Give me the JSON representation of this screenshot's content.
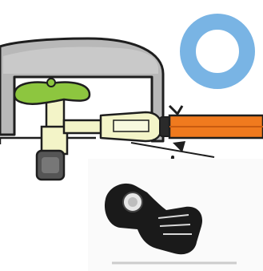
{
  "figure": {
    "type": "illustration",
    "correct_mark": "○",
    "components": [
      "gas-cylinder-body",
      "valve-handle",
      "valve-stem",
      "regulator-coupling",
      "hose",
      "hose-clamp",
      "pointer-arrow",
      "clamp-photo-inset"
    ],
    "colors": {
      "correct_mark": "#79b4e4",
      "valve_handle": "#8dc63f",
      "coupling": "#f3f4c8",
      "hose": "#f07a1e",
      "cylinder": "#b8b8b8",
      "outline": "#1e1e1e"
    }
  }
}
